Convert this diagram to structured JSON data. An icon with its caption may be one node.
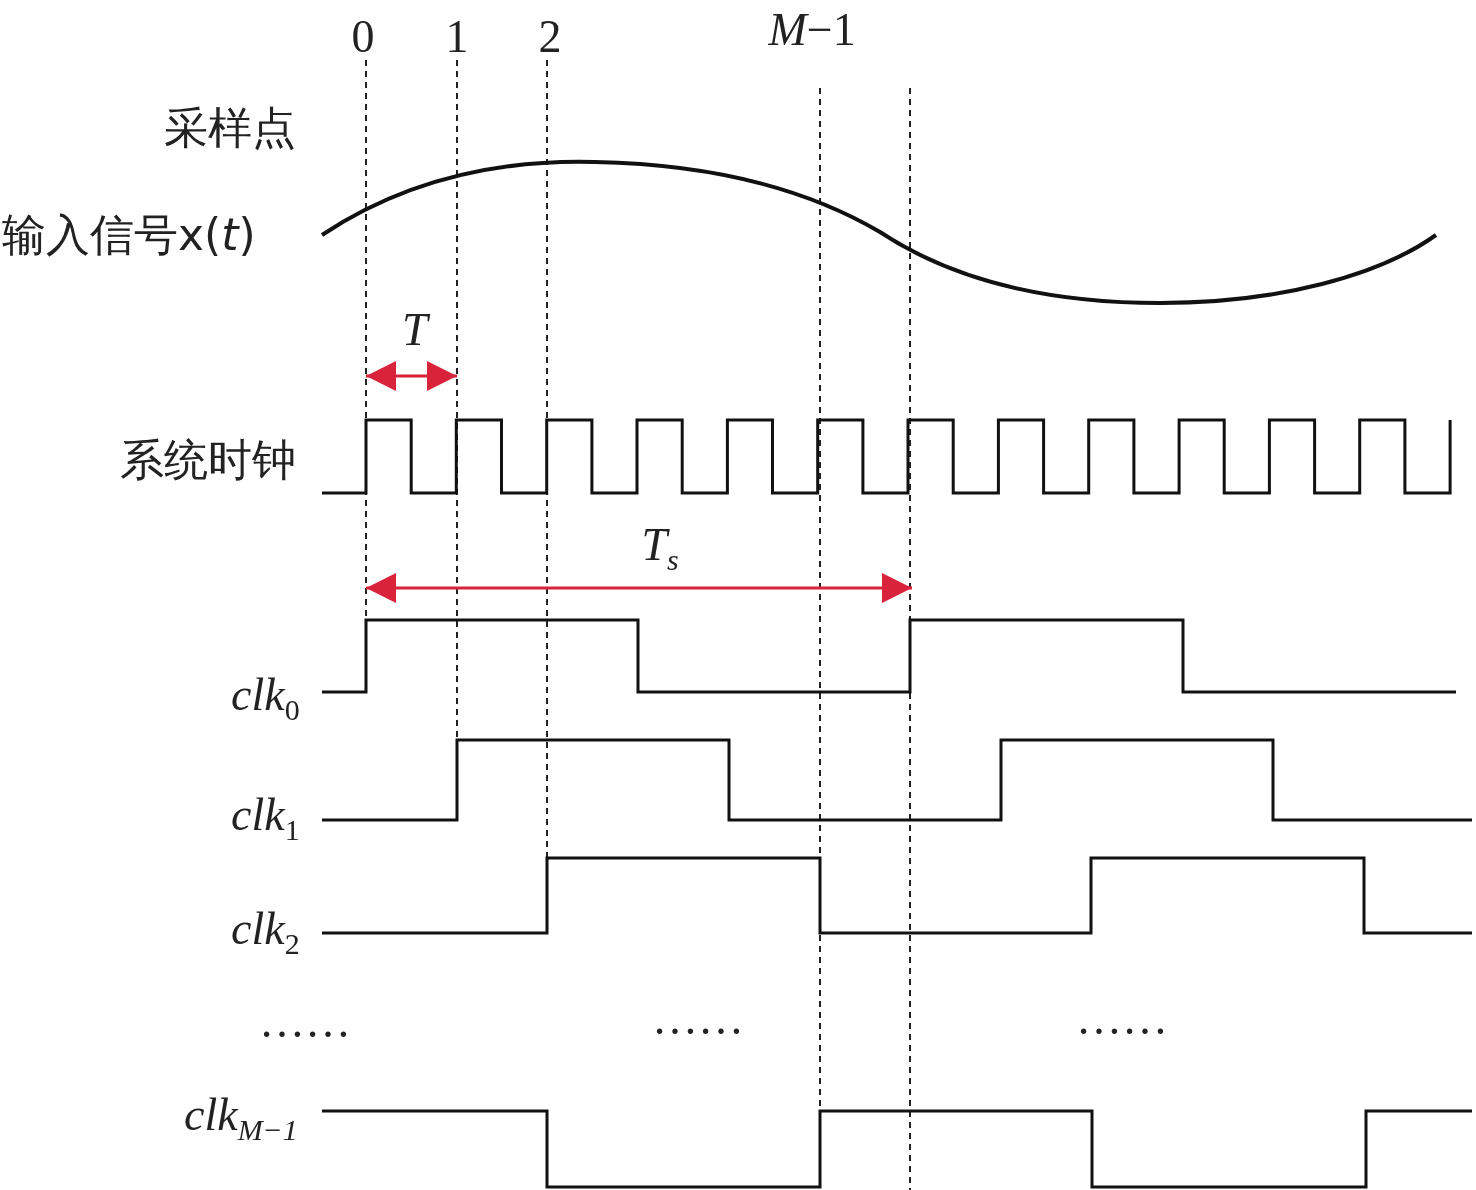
{
  "diagram": {
    "labels": [
      "0",
      "1",
      "2",
      "*M*−1",
      "采样点",
      "输入信号x(*t*)",
      "T",
      "系统时钟",
      "T$_{s}$",
      "*clk*$_{0}$",
      "*clk*$_{1}$",
      "*clk*$_{2}$",
      "……",
      "……",
      "……",
      "*clk*$_{M−1}$"
    ]
  }
}
